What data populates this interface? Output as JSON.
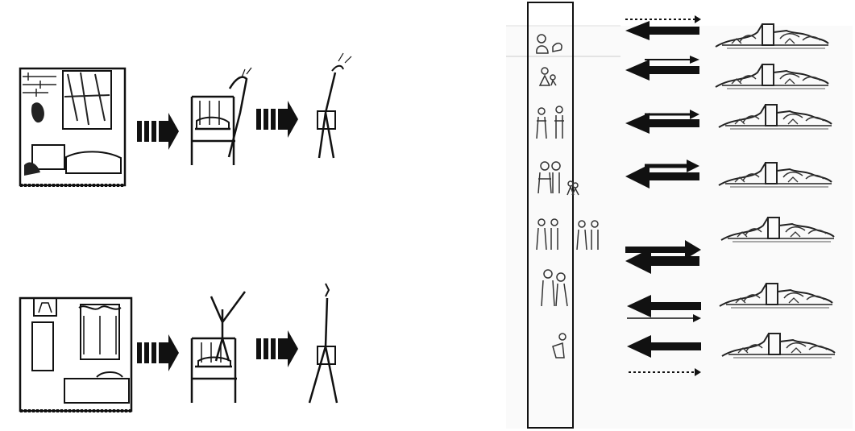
{
  "figure": {
    "left_panel": {
      "rows": [
        {
          "id": "bad-room",
          "scenes": [
            "cluttered-room",
            "tired-chair",
            "tired-walk"
          ]
        },
        {
          "id": "good-room",
          "scenes": [
            "tidy-room",
            "energetic-chair",
            "energetic-walk"
          ]
        }
      ]
    },
    "right_panel": {
      "stages": [
        {
          "id": "baby",
          "arrows": [
            "dotted-right",
            "left"
          ]
        },
        {
          "id": "child",
          "arrows": [
            "right",
            "left"
          ]
        },
        {
          "id": "couple",
          "arrows": [
            "right",
            "left"
          ]
        },
        {
          "id": "family",
          "arrows": [
            "right",
            "left"
          ]
        },
        {
          "id": "parents-grown-children",
          "arrows": [
            "right",
            "left"
          ]
        },
        {
          "id": "elderly-couple",
          "arrows": [
            "left",
            "thin-right"
          ]
        },
        {
          "id": "single-elder",
          "arrows": [
            "left",
            "dotted-right"
          ]
        }
      ]
    },
    "colors": {
      "ink": "#111111",
      "paper": "#ffffff",
      "speckle": "#bfbfbf"
    },
    "icons": [
      "building-icon",
      "family-icon",
      "fat-arrow-icon",
      "chair-icon"
    ]
  }
}
